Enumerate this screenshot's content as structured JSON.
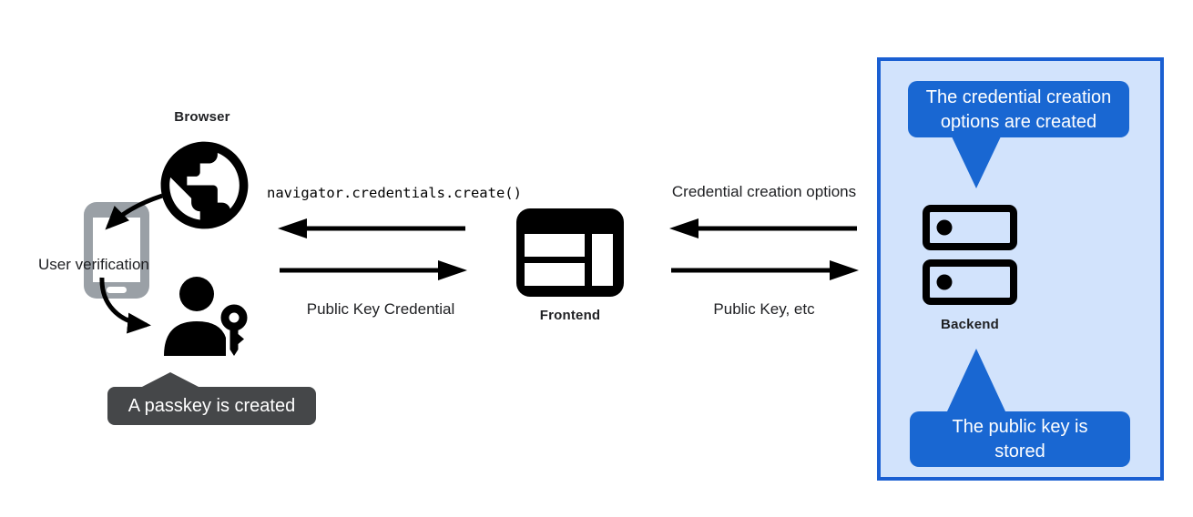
{
  "title": "Passkey registration flow diagram",
  "colors": {
    "panel_background": "#d2e3fc",
    "panel_border": "#1a5fd2",
    "bubble_blue": "#1967d2",
    "tooltip_gray": "#454749",
    "phone_gray": "#9aa0a6",
    "ink": "#000000"
  },
  "nodes": {
    "browser": {
      "title": "Browser",
      "user_verification": "User verification",
      "passkey_tooltip": "A passkey is created"
    },
    "frontend": {
      "title": "Frontend"
    },
    "backend": {
      "title": "Backend",
      "options_bubble": "The credential creation options are created",
      "stored_bubble": "The public key is stored"
    }
  },
  "messages": {
    "create_call": "navigator.credentials.create()",
    "public_key_credential": "Public Key Credential",
    "credential_creation_options": "Credential creation options",
    "public_key_etc": "Public Key, etc"
  }
}
